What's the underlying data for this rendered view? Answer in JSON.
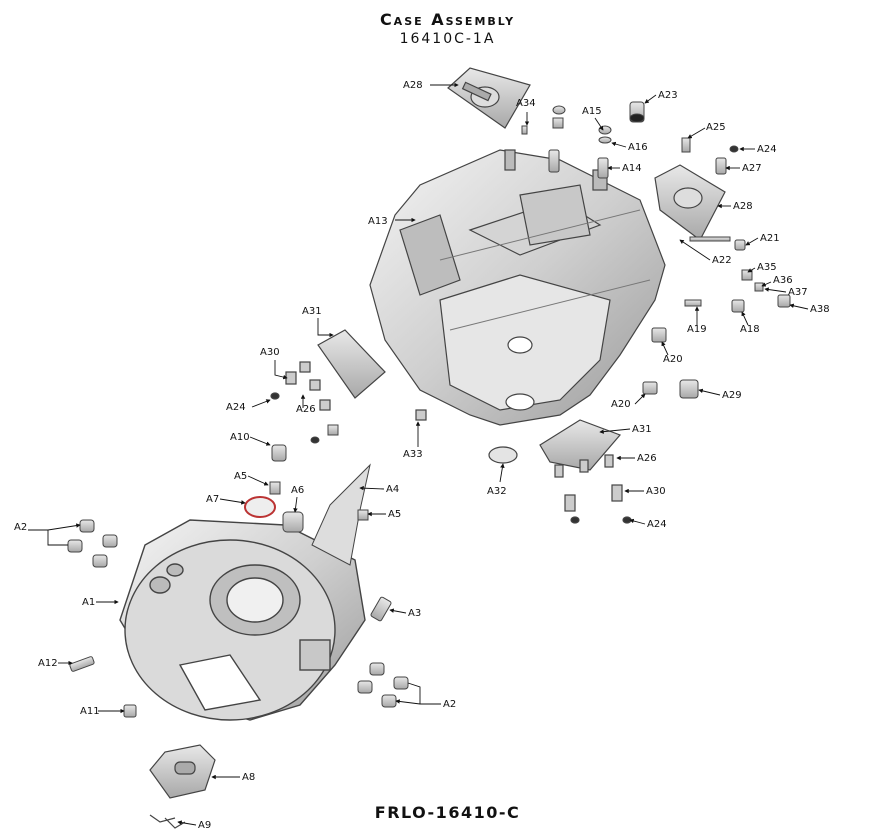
{
  "header": {
    "title": "Case Assembly",
    "subtitle": "16410C-1A"
  },
  "footer": {
    "code": "FRLO-16410-C"
  },
  "labels": {
    "A1": "A1",
    "A2": "A2",
    "A3": "A3",
    "A4": "A4",
    "A5": "A5",
    "A6": "A6",
    "A7": "A7",
    "A8": "A8",
    "A9": "A9",
    "A10": "A10",
    "A11": "A11",
    "A12": "A12",
    "A13": "A13",
    "A14": "A14",
    "A15": "A15",
    "A16": "A16",
    "A18": "A18",
    "A19": "A19",
    "A20": "A20",
    "A21": "A21",
    "A22": "A22",
    "A23": "A23",
    "A24": "A24",
    "A25": "A25",
    "A26": "A26",
    "A27": "A27",
    "A28": "A28",
    "A29": "A29",
    "A30": "A30",
    "A31": "A31",
    "A32": "A32",
    "A33": "A33",
    "A34": "A34",
    "A35": "A35",
    "A36": "A36",
    "A37": "A37",
    "A38": "A38"
  }
}
